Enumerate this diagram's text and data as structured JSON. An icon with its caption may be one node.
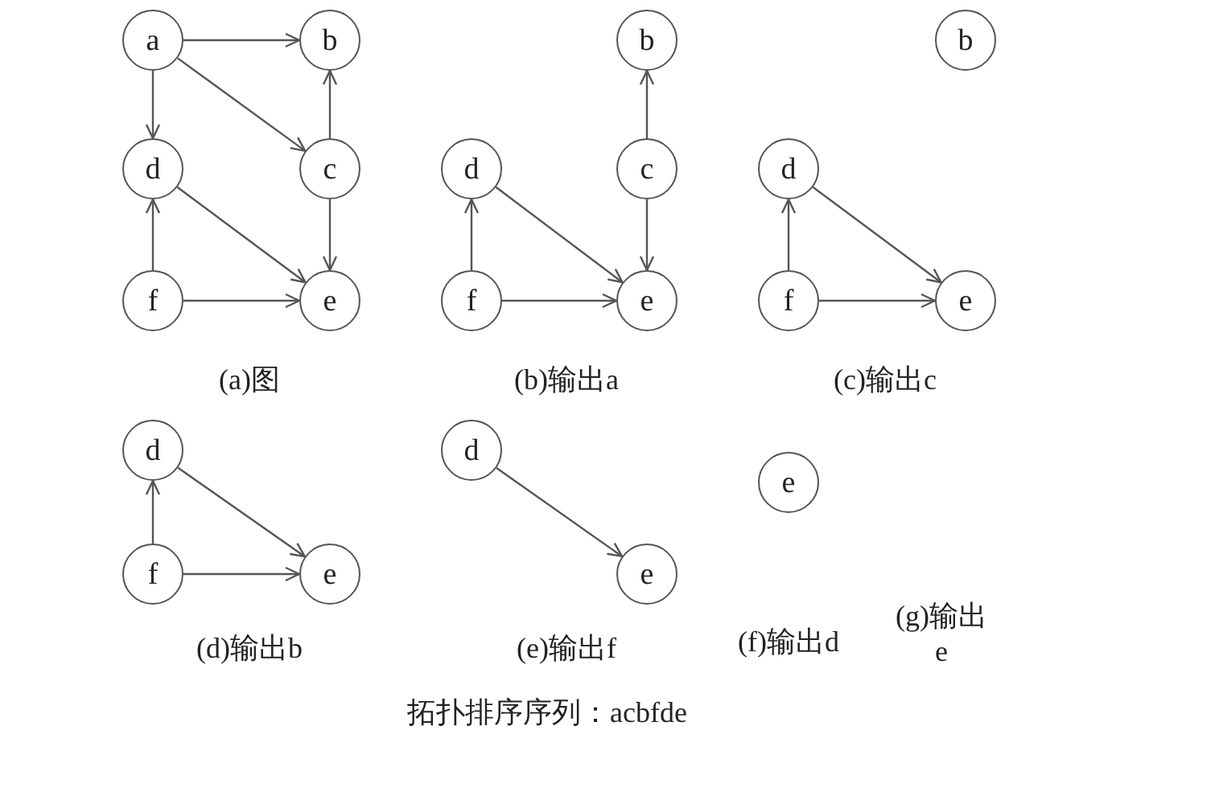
{
  "diagram": {
    "nodes": [
      {
        "text": [
          "a"
        ]
      },
      {
        "text": [
          "b"
        ]
      },
      {
        "text": [
          "d"
        ]
      },
      {
        "text": [
          "c"
        ]
      },
      {
        "text": [
          "f"
        ]
      },
      {
        "text": [
          "e"
        ]
      },
      {
        "text": [
          "b"
        ]
      },
      {
        "text": [
          "d"
        ]
      },
      {
        "text": [
          "c"
        ]
      },
      {
        "text": [
          "f"
        ]
      },
      {
        "text": [
          "e"
        ]
      },
      {
        "text": [
          "b"
        ]
      },
      {
        "text": [
          "d"
        ]
      },
      {
        "text": [
          "f"
        ]
      },
      {
        "text": [
          "e"
        ]
      },
      {
        "text": [
          "d"
        ]
      },
      {
        "text": [
          "f"
        ]
      },
      {
        "text": [
          "e"
        ]
      },
      {
        "text": [
          "d"
        ]
      },
      {
        "text": [
          "e"
        ]
      },
      {
        "text": [
          "e"
        ]
      }
    ],
    "edges": [
      {
        "from": 0,
        "to": 1,
        "arrow": "to"
      },
      {
        "from": 0,
        "to": 2,
        "arrow": "to"
      },
      {
        "from": 0,
        "to": 3,
        "arrow": "to"
      },
      {
        "from": 3,
        "to": 1,
        "arrow": "to"
      },
      {
        "from": 2,
        "to": 5,
        "arrow": "to"
      },
      {
        "from": 3,
        "to": 5,
        "arrow": "to"
      },
      {
        "from": 4,
        "to": 2,
        "arrow": "to"
      },
      {
        "from": 4,
        "to": 5,
        "arrow": "to"
      },
      {
        "from": 8,
        "to": 6,
        "arrow": "to"
      },
      {
        "from": 7,
        "to": 10,
        "arrow": "to"
      },
      {
        "from": 8,
        "to": 10,
        "arrow": "to"
      },
      {
        "from": 9,
        "to": 7,
        "arrow": "to"
      },
      {
        "from": 9,
        "to": 10,
        "arrow": "to"
      },
      {
        "from": 12,
        "to": 14,
        "arrow": "to"
      },
      {
        "from": 13,
        "to": 12,
        "arrow": "to"
      },
      {
        "from": 13,
        "to": 14,
        "arrow": "to"
      },
      {
        "from": 15,
        "to": 17,
        "arrow": "to"
      },
      {
        "from": 16,
        "to": 15,
        "arrow": "to"
      },
      {
        "from": 16,
        "to": 17,
        "arrow": "to"
      },
      {
        "from": 18,
        "to": 19,
        "arrow": "to"
      }
    ],
    "labels": [
      "(a)图",
      "(b)输出a",
      "(c)输出c",
      "(d)输出b",
      "(e)输出f",
      "(f)输出d",
      "(g)输出 e",
      "拓扑排序序列：acbfde"
    ]
  }
}
